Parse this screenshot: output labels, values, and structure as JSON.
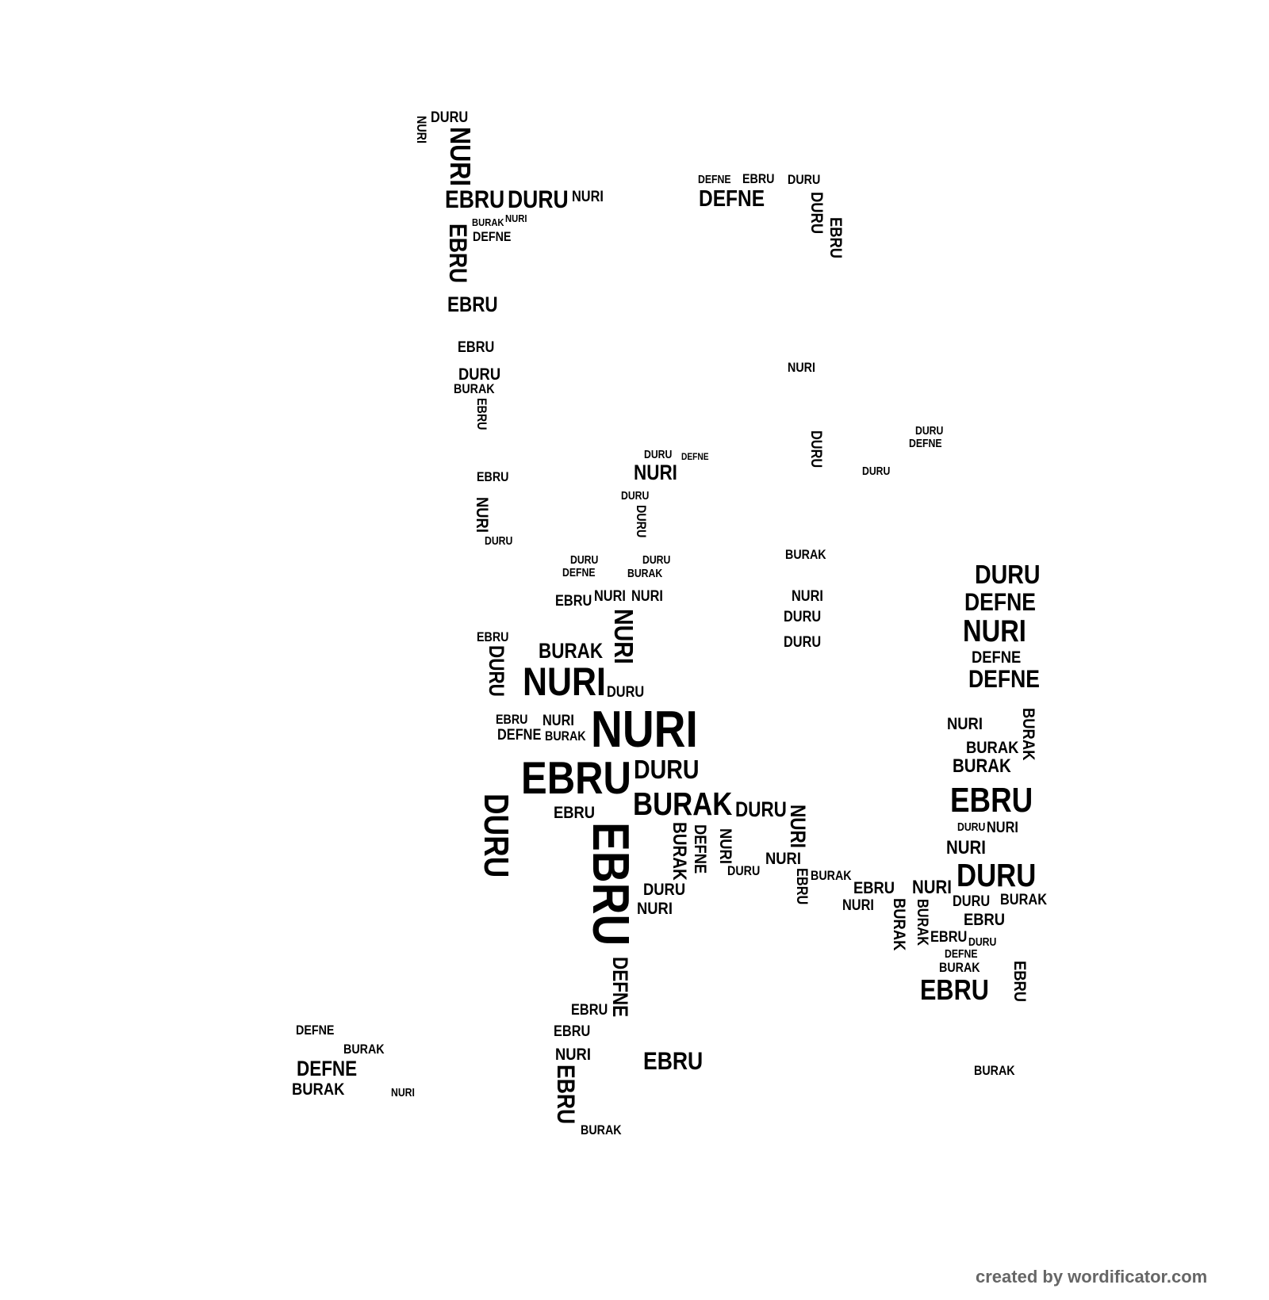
{
  "words": [
    "DURU",
    "NURI",
    "EBRU",
    "DEFNE",
    "BURAK"
  ],
  "footer": "created by wordificator.com"
}
